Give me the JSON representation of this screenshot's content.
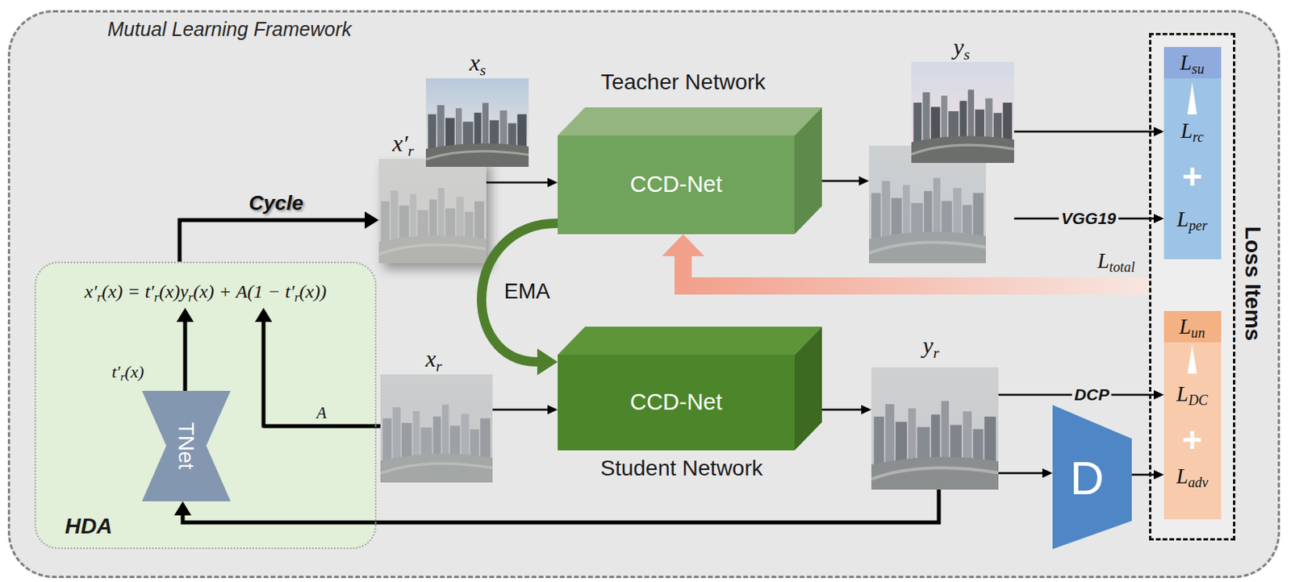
{
  "diagram": {
    "nodes": [
      {
        "text": [
          "Mutual Learning Framework"
        ]
      },
      {
        "text": [
          "x′r(x) = t′r(x)yr(x) + A(1 − t′r(x))",
          "HDA"
        ],
        "in": 0
      },
      {
        "text": [
          "TNet"
        ],
        "in": 1
      },
      {
        "text": [
          "x′r"
        ],
        "in": 0
      },
      {
        "text": [
          "xs"
        ],
        "in": 0
      },
      {
        "text": [
          "Teacher Network",
          "CCD-Net"
        ],
        "in": 0
      },
      {
        "text": [
          "xr"
        ],
        "in": 0
      },
      {
        "text": [
          "CCD-Net",
          "Student Network"
        ],
        "in": 0
      },
      {
        "text": [
          "ys"
        ],
        "in": 0
      },
      {
        "text": [
          "yr"
        ],
        "in": 0
      },
      {
        "text": [
          "D"
        ],
        "in": 0
      },
      {
        "text": [
          "Loss Items"
        ],
        "in": 0
      },
      {
        "text": [
          "Lsu",
          "Lrc",
          "+",
          "Lper"
        ],
        "in": 11
      },
      {
        "text": [
          "Lun",
          "LDC",
          "+",
          "Ladv"
        ],
        "in": 11
      }
    ],
    "edges": [
      {
        "from": 3,
        "to": 5,
        "arrow": "to"
      },
      {
        "from": 6,
        "to": 7,
        "arrow": "to"
      },
      {
        "from": 5,
        "to": 8,
        "arrow": "to"
      },
      {
        "from": 7,
        "to": 9,
        "arrow": "to"
      },
      {
        "from": 8,
        "to": 12,
        "arrow": "to"
      },
      {
        "from": 8,
        "to": 12,
        "label": "VGG19",
        "arrow": "to"
      },
      {
        "from": 9,
        "to": 13,
        "label": "DCP",
        "arrow": "to"
      },
      {
        "from": 9,
        "to": 10,
        "arrow": "to"
      },
      {
        "from": 10,
        "to": 13,
        "arrow": "to"
      },
      {
        "from": 9,
        "to": 2,
        "arrow": "to"
      },
      {
        "from": 1,
        "to": 3,
        "label": "Cycle",
        "arrow": "to"
      },
      {
        "from": 5,
        "to": 7,
        "label": "EMA",
        "arrow": "to"
      },
      {
        "from": 11,
        "to": 5,
        "label": "Ltotal",
        "arrow": "to"
      }
    ],
    "labels": [
      "t′r(x)",
      "A"
    ]
  }
}
